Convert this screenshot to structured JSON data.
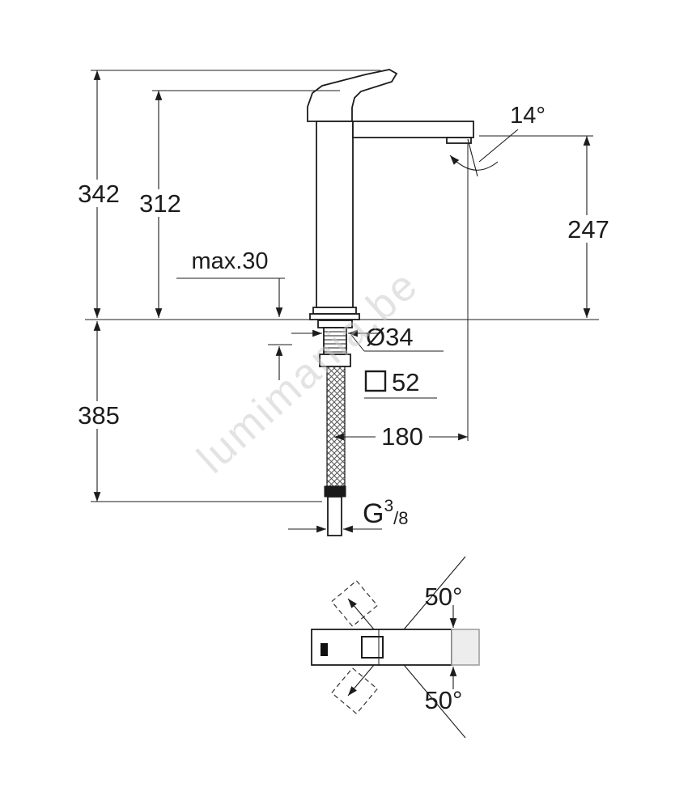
{
  "watermark": "lumimania.be",
  "dimensions": {
    "total_height": "342",
    "body_height": "312",
    "max_counter_thickness": "max.30",
    "below_counter_depth": "385",
    "spout_outlet_height": "247",
    "spout_angle": "14°",
    "hole_diameter": "Ø34",
    "base_square": "52",
    "spout_projection": "180",
    "thread_letter": "G",
    "thread_sup": "3",
    "thread_sub": "/8",
    "swivel_upper": "50°",
    "swivel_lower": "50°"
  }
}
